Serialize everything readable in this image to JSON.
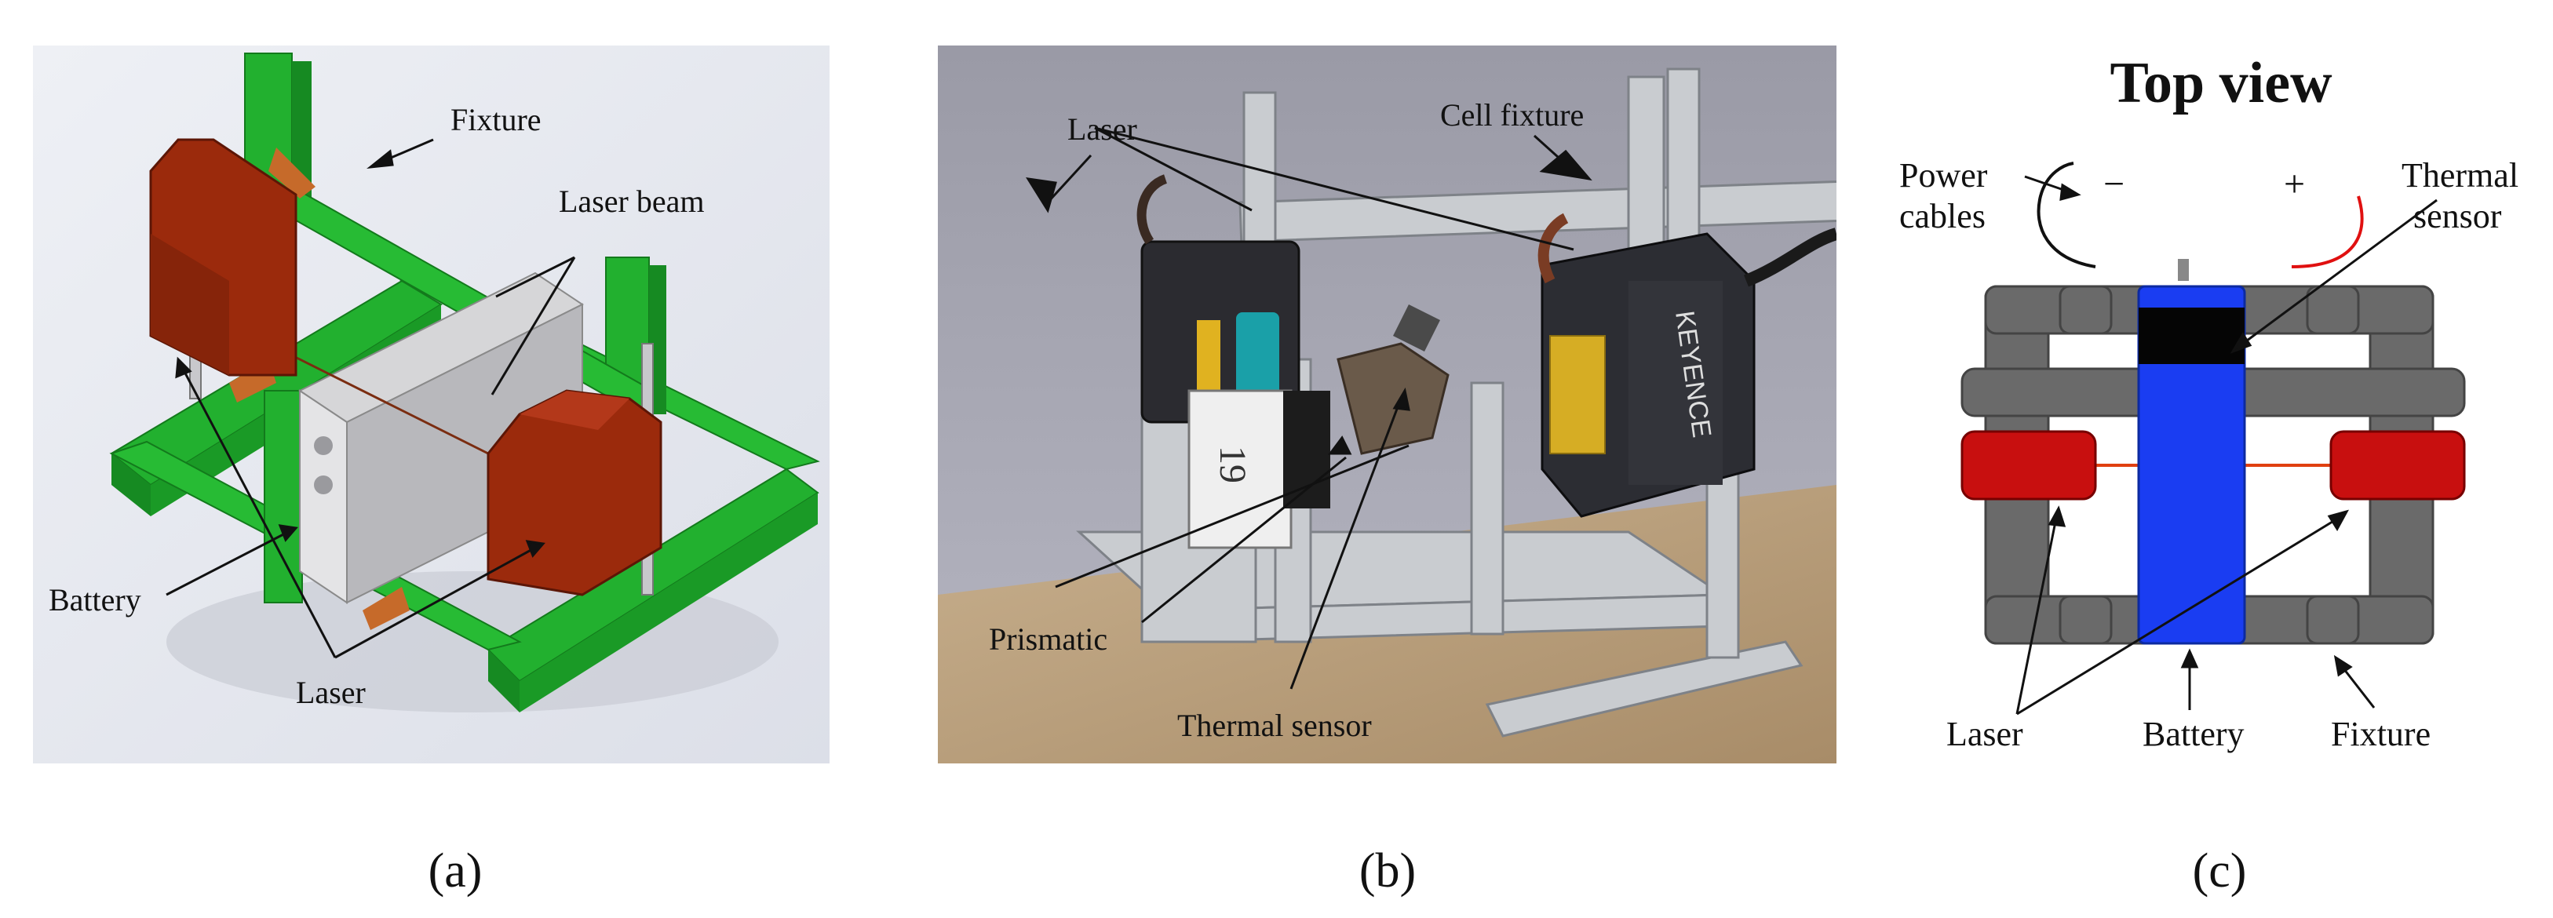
{
  "panel_a": {
    "labels": {
      "fixture": "Fixture",
      "laser_beam": "Laser beam",
      "battery": "Battery",
      "laser": "Laser"
    },
    "caption": "(a)"
  },
  "panel_b": {
    "labels": {
      "laser": "Laser",
      "cell_fixture": "Cell fixture",
      "prismatic": "Prismatic",
      "thermal_sensor": "Thermal sensor"
    },
    "device_text": {
      "brand": "KEYENCE",
      "cell_marking": "19"
    },
    "caption": "(b)"
  },
  "panel_c": {
    "title": "Top view",
    "labels": {
      "power_cables_line1": "Power",
      "power_cables_line2": "cables",
      "minus": "−",
      "plus": "+",
      "thermal_sensor_line1": "Thermal",
      "thermal_sensor_line2": "sensor",
      "laser": "Laser",
      "battery": "Battery",
      "fixture": "Fixture"
    },
    "caption": "(c)"
  },
  "colors": {
    "fixture_green": "#1fae2c",
    "laser_red": "#9b2a0c",
    "battery_blue": "#1a3df2",
    "laser_head_red": "#c80f0f",
    "frame_gray": "#666666"
  }
}
